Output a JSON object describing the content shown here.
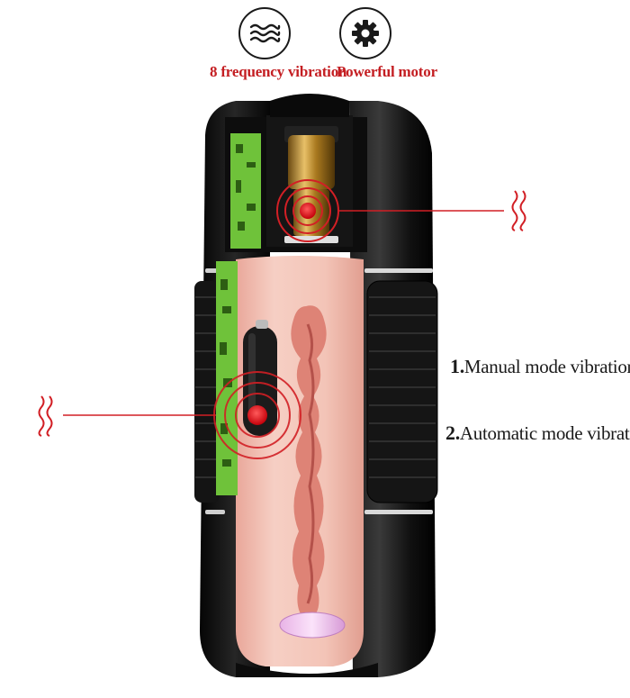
{
  "features": [
    {
      "icon": "wave-icon",
      "label": "8 frequency vibration"
    },
    {
      "icon": "gear-icon",
      "label": "Powerful motor"
    }
  ],
  "modes": [
    {
      "number": "1.",
      "text": "Manual mode vibration"
    },
    {
      "number": "2.",
      "text": "Automatic mode vibration"
    }
  ],
  "colors": {
    "accent": "#c41e22",
    "shell": "#111111",
    "sleeve": "#f2c2b4",
    "pcb": "#6fc23a"
  }
}
